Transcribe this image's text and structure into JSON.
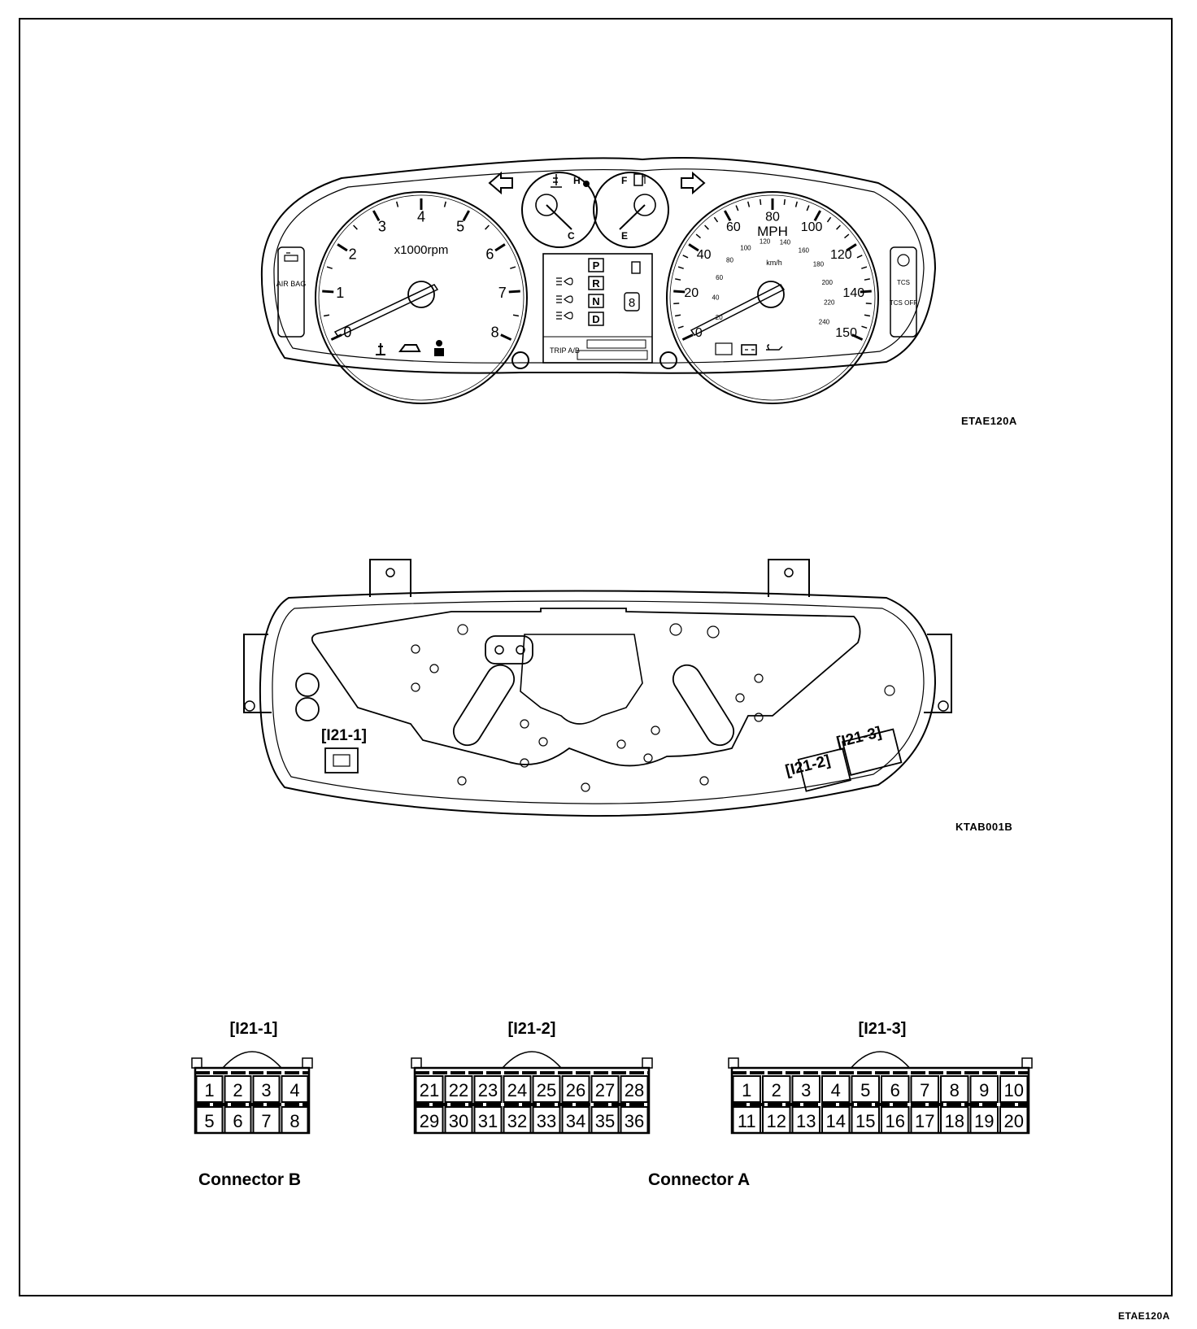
{
  "figure_codes": {
    "cluster_front": "ETAE120A",
    "cluster_back": "KTAB001B",
    "page": "ETAE120A"
  },
  "tachometer": {
    "unit": "x1000rpm",
    "ticks": [
      "0",
      "1",
      "2",
      "3",
      "4",
      "5",
      "6",
      "7",
      "8"
    ]
  },
  "speedometer": {
    "unit_main": "MPH",
    "unit_sub": "km/h",
    "mph_ticks": [
      "0",
      "20",
      "40",
      "60",
      "80",
      "100",
      "120",
      "140",
      "150"
    ],
    "kmh_ticks": [
      "20",
      "40",
      "60",
      "80",
      "100",
      "120",
      "140",
      "160",
      "180",
      "200",
      "220",
      "240"
    ]
  },
  "gauges": {
    "temp_hot": "H",
    "temp_cold": "C",
    "fuel_full": "F",
    "fuel_empty": "E"
  },
  "gear_positions": [
    "P",
    "R",
    "N",
    "D"
  ],
  "indicators": {
    "airbag": "AIR BAG",
    "tcs": "TCS",
    "tcs_off": "TCS OFF",
    "trip": "TRIP A/B"
  },
  "back_labels": {
    "c1": "[I21-1]",
    "c2": "[I21-2]",
    "c3": "[I21-3]"
  },
  "connectors": [
    {
      "id": "[I21-1]",
      "rows": [
        [
          "1",
          "2",
          "3",
          "4"
        ],
        [
          "5",
          "6",
          "7",
          "8"
        ]
      ]
    },
    {
      "id": "[I21-2]",
      "rows": [
        [
          "21",
          "22",
          "23",
          "24",
          "25",
          "26",
          "27",
          "28"
        ],
        [
          "29",
          "30",
          "31",
          "32",
          "33",
          "34",
          "35",
          "36"
        ]
      ]
    },
    {
      "id": "[I21-3]",
      "rows": [
        [
          "1",
          "2",
          "3",
          "4",
          "5",
          "6",
          "7",
          "8",
          "9",
          "10"
        ],
        [
          "11",
          "12",
          "13",
          "14",
          "15",
          "16",
          "17",
          "18",
          "19",
          "20"
        ]
      ]
    }
  ],
  "captions": {
    "b": "Connector B",
    "a": "Connector A"
  }
}
